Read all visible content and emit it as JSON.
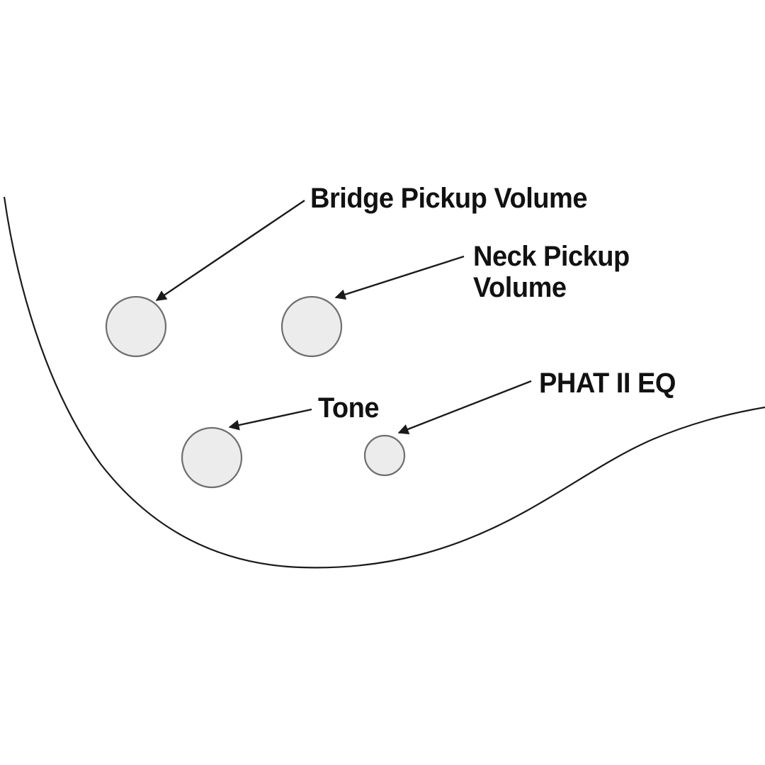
{
  "diagram": {
    "description": "Guitar control knob layout diagram",
    "labels": {
      "bridge_volume": "Bridge Pickup Volume",
      "neck_volume": "Neck Pickup\nVolume",
      "tone": "Tone",
      "phat_eq": "PHAT II EQ"
    },
    "knobs": [
      {
        "name": "bridge-pickup-volume-knob",
        "label": "Bridge Pickup Volume"
      },
      {
        "name": "neck-pickup-volume-knob",
        "label": "Neck Pickup Volume"
      },
      {
        "name": "tone-knob",
        "label": "Tone"
      },
      {
        "name": "phat-ii-eq-knob",
        "label": "PHAT II EQ"
      }
    ],
    "colors": {
      "background": "#ffffff",
      "knob_fill": "#ececec",
      "knob_stroke": "#6e6e6e",
      "line": "#1a1a1a",
      "text": "#111111"
    }
  }
}
